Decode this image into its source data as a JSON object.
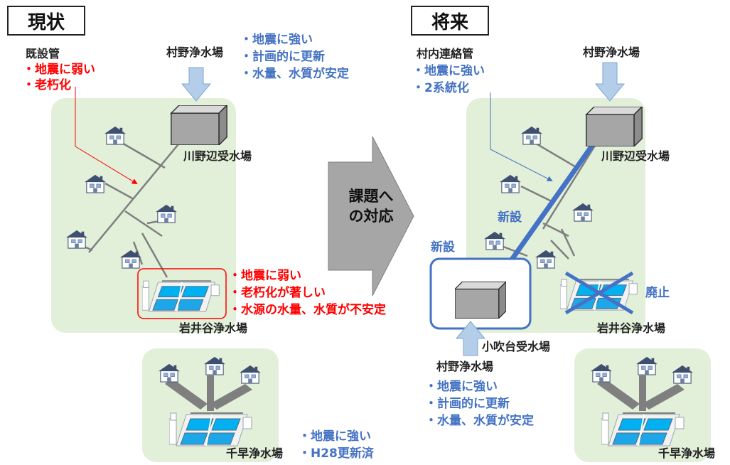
{
  "current": {
    "heading": "現状",
    "existing_pipe_label": "既設管",
    "existing_pipe_issues": [
      "・地震に弱い",
      "・老朽化"
    ],
    "murano_label": "村野浄水場",
    "murano_merits": [
      "・地震に強い",
      "・計画的に更新",
      "・水量、水質が安定"
    ],
    "kawanobe_label": "川野辺受水場",
    "iwaitani_issues": [
      "・地震に弱い",
      "・老朽化が著しい",
      "・水源の水量、水質が不安定"
    ],
    "iwaitani_label": "岩井谷浄水場",
    "chihaya_label": "千早浄水場",
    "chihaya_merits": [
      "・地震に強い",
      "・H28更新済"
    ]
  },
  "transition": {
    "label_lines": [
      "課題へ",
      "の対応"
    ]
  },
  "future": {
    "heading": "将来",
    "link_pipe_label": "村内連絡管",
    "link_pipe_merits": [
      "・地震に強い",
      "・2系統化"
    ],
    "murano_top_label": "村野浄水場",
    "kawanobe_label": "川野辺受水場",
    "new_pipe_label": "新設",
    "new_station_label": "新設",
    "abolished_label": "廃止",
    "iwaitani_label": "岩井谷浄水場",
    "kobukidai_label": "小吹台受水場",
    "murano_bottom_label": "村野浄水場",
    "murano_bottom_merits": [
      "・地震に強い",
      "・計画的に更新",
      "・水量、水質が安定"
    ],
    "chihaya_label": "千早浄水場"
  },
  "colors": {
    "area_green": "#e2efd9",
    "pipe_gray": "#7f7f7f",
    "new_pipe_blue": "#4472c4",
    "issue_red": "#ff0000",
    "merit_blue": "#4472c4",
    "inflow_arrow": "#b4cde9"
  }
}
